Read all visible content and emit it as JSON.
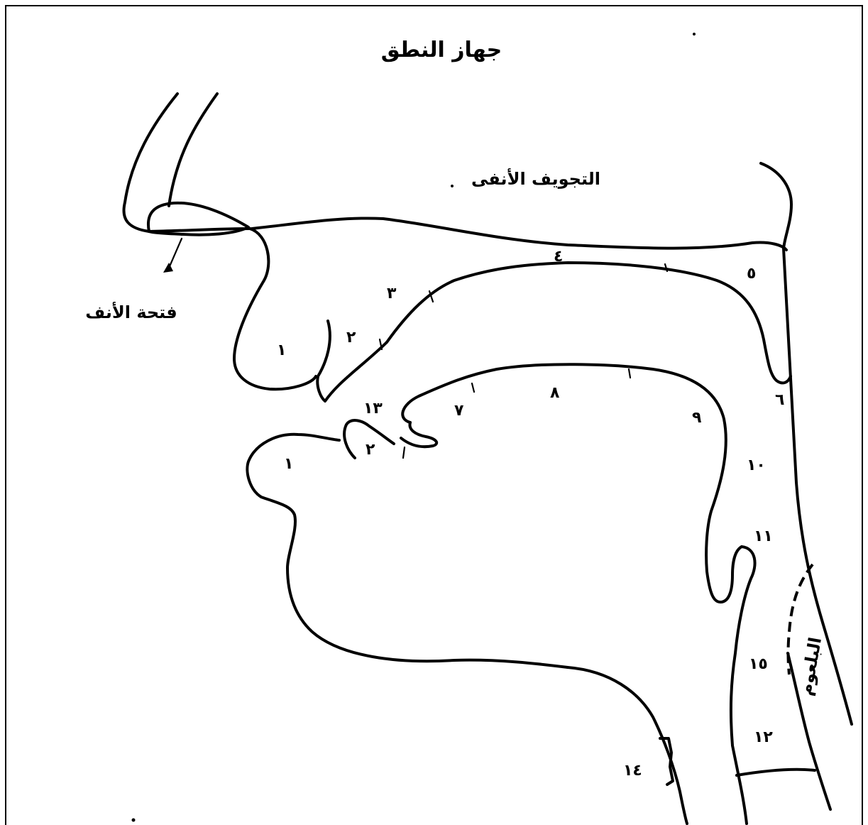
{
  "title": "جهاز النطق",
  "labels": {
    "nasal_cavity": "التجويف الأنفى",
    "nostril": "فتحة الأنف",
    "pharynx": "البلعوم"
  },
  "numbers": {
    "n1_upper_lip": "١",
    "n2_upper_teeth": "٢",
    "n3": "٣",
    "n4": "٤",
    "n5": "٥",
    "n6": "٦",
    "n7": "٧",
    "n8": "٨",
    "n9": "٩",
    "n10": "١٠",
    "n11": "١١",
    "n12": "١٢",
    "n13": "١٣",
    "n14": "١٤",
    "n15": "١٥",
    "n1_lower_lip": "١",
    "n2_lower_teeth": "٢"
  },
  "colors": {
    "ink": "#000000",
    "paper": "#ffffff",
    "frame": "#000000"
  }
}
